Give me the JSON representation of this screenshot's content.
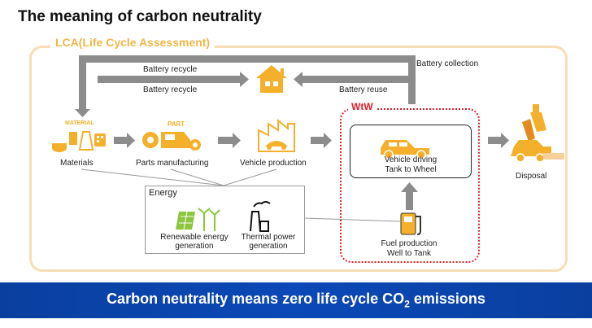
{
  "title": "The meaning of carbon neutrality",
  "lca_label": "LCA(Life Cycle Assessment)",
  "loop": {
    "battery_collection": "Battery collection",
    "battery_reuse": "Battery reuse",
    "battery_recycle_top": "Battery recycle",
    "battery_recycle_bottom": "Battery recycle"
  },
  "stages": {
    "materials": "Materials",
    "materials_icon_text": "MATERIAL",
    "parts": "Parts manufacturing",
    "parts_icon_text": "PART",
    "vehicle_production": "Vehicle production",
    "disposal": "Disposal"
  },
  "wtw": {
    "label": "WtW",
    "vehicle_driving": "Vehicle driving",
    "tank_to_wheel": "Tank to Wheel",
    "fuel_production": "Fuel production",
    "well_to_tank": "Well to Tank"
  },
  "energy": {
    "label": "Energy",
    "renewable_line1": "Renewable energy",
    "renewable_line2": "generation",
    "thermal_line1": "Thermal power",
    "thermal_line2": "generation"
  },
  "banner": {
    "text_before": "Carbon neutrality means zero life cycle CO",
    "subscript": "2",
    "text_after": " emissions"
  },
  "colors": {
    "accent_orange": "#f0b84a",
    "lca_frame": "#f7ddb4",
    "wtw_red": "#e0202a",
    "arrow_gray": "#8c8c8c",
    "icon_orange": "#f5b02b",
    "renewable_green": "#8cc63f",
    "banner_blue": "#0b49b8"
  }
}
